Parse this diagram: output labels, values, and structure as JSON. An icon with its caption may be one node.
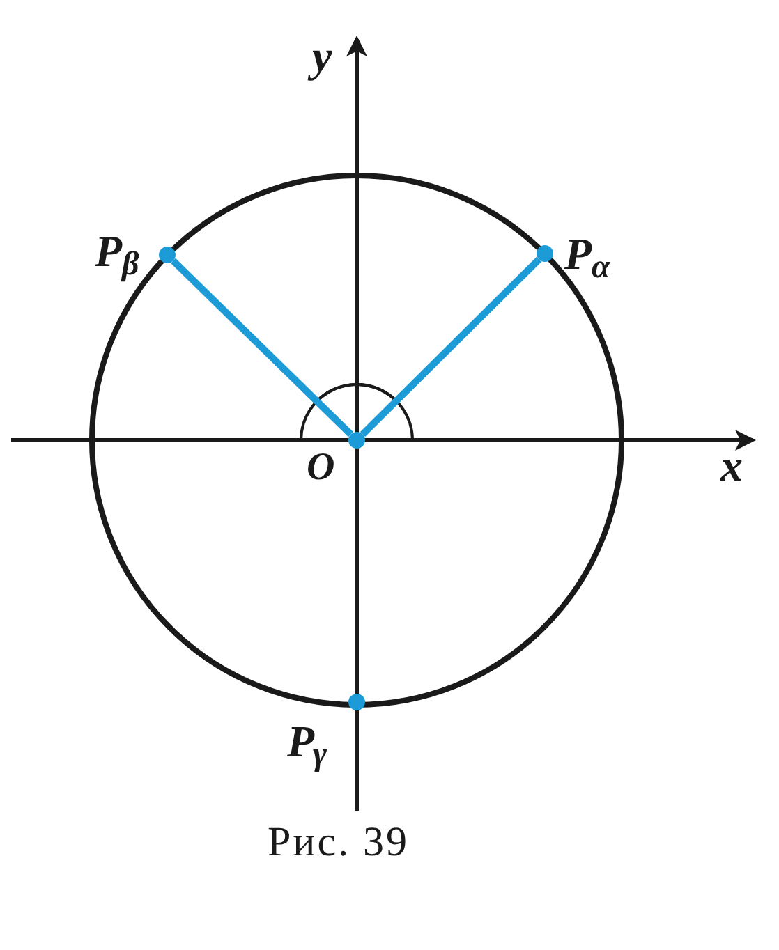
{
  "diagram": {
    "caption": "Рис. 39",
    "nodes": [
      {
        "text": [],
        "shape": "circle"
      },
      {
        "text": [
          "P$_{α}$"
        ]
      },
      {
        "text": [
          "P$_{β}$"
        ]
      },
      {
        "text": [
          "P$_{γ}$"
        ]
      }
    ],
    "edges": [
      {
        "from": 0,
        "to": 1,
        "arrow": "none"
      },
      {
        "from": 0,
        "to": 2,
        "arrow": "none"
      }
    ],
    "labels": [
      "y",
      "x",
      "O"
    ]
  }
}
